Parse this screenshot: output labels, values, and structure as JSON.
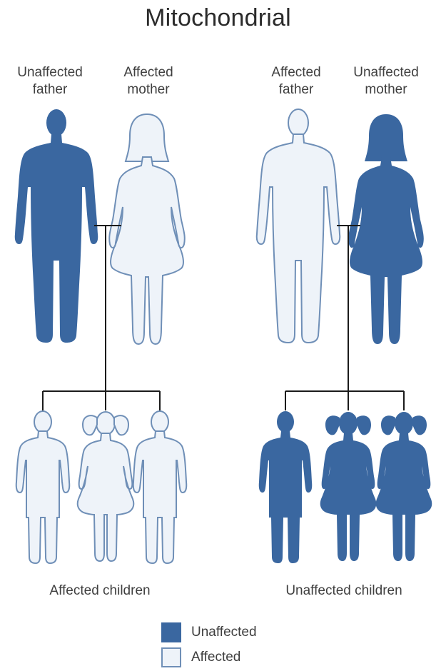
{
  "title": "Mitochondrial",
  "colors": {
    "unaffected": "#3a67a0",
    "affected_fill": "#eef3f9",
    "affected_stroke": "#6f8fb7",
    "line": "#1a1a1a"
  },
  "left_family": {
    "father_label": [
      "Unaffected",
      "father"
    ],
    "mother_label": [
      "Affected",
      "mother"
    ],
    "children_caption": "Affected children"
  },
  "right_family": {
    "father_label": [
      "Affected",
      "father"
    ],
    "mother_label": [
      "Unaffected",
      "mother"
    ],
    "children_caption": "Unaffected children"
  },
  "legend": [
    {
      "label": "Unaffected",
      "status": "unaffected"
    },
    {
      "label": "Affected",
      "status": "affected"
    }
  ]
}
